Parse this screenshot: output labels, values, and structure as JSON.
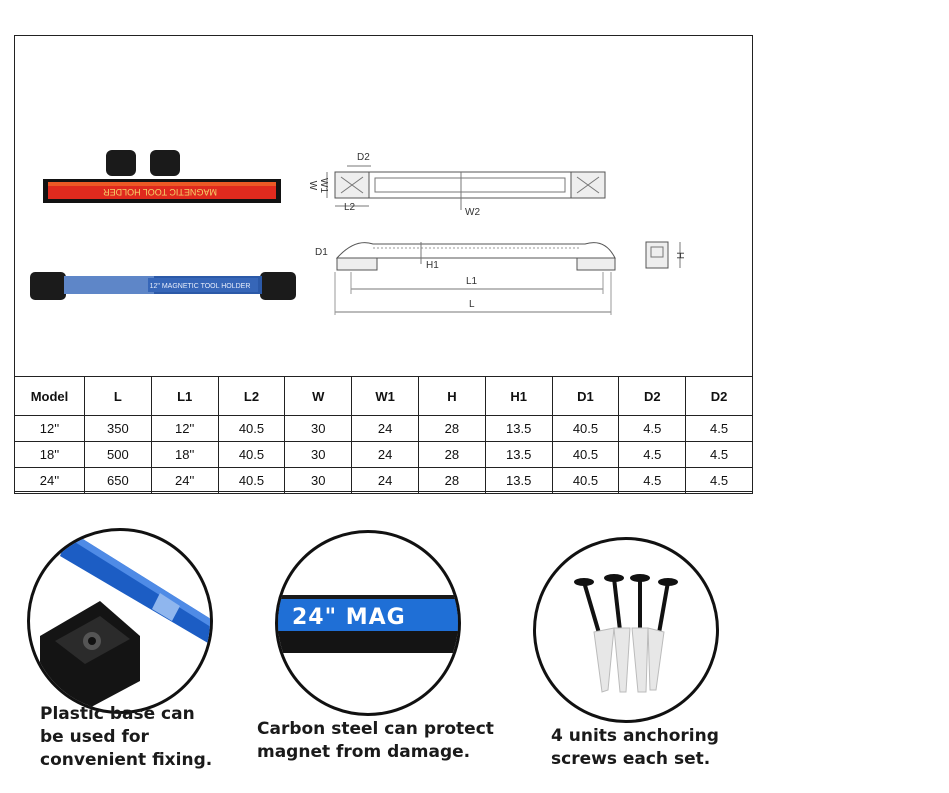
{
  "diagram": {
    "labels": {
      "d2": "D2",
      "w": "W",
      "w1": "W1",
      "l2": "L2",
      "w2": "W2",
      "d1": "D1",
      "h1": "H1",
      "l1": "L1",
      "l": "L",
      "h": "H"
    },
    "product_red_text": "MAGNETIC TOOL HOLDER",
    "product_blue_text": "12\" MAGNETIC TOOL HOLDER"
  },
  "spec_table": {
    "headers": [
      "Model",
      "L",
      "L1",
      "L2",
      "W",
      "W1",
      "H",
      "H1",
      "D1",
      "D2",
      "D2"
    ],
    "rows": [
      [
        "12''",
        "350",
        "12''",
        "40.5",
        "30",
        "24",
        "28",
        "13.5",
        "40.5",
        "4.5",
        "4.5"
      ],
      [
        "18''",
        "500",
        "18''",
        "40.5",
        "30",
        "24",
        "28",
        "13.5",
        "40.5",
        "4.5",
        "4.5"
      ],
      [
        "24''",
        "650",
        "24''",
        "40.5",
        "30",
        "24",
        "28",
        "13.5",
        "40.5",
        "4.5",
        "4.5"
      ]
    ]
  },
  "features": [
    {
      "caption": "Plastic base can\nbe used for\nconvenient fixing."
    },
    {
      "caption": "Carbon steel can protect\nmagnet from damage.",
      "image_text": "24\" MAG"
    },
    {
      "caption": "4 units anchoring\nscrews each set."
    }
  ],
  "colors": {
    "blue": "#1f6fd6",
    "red": "#e0281c",
    "black": "#111111"
  }
}
